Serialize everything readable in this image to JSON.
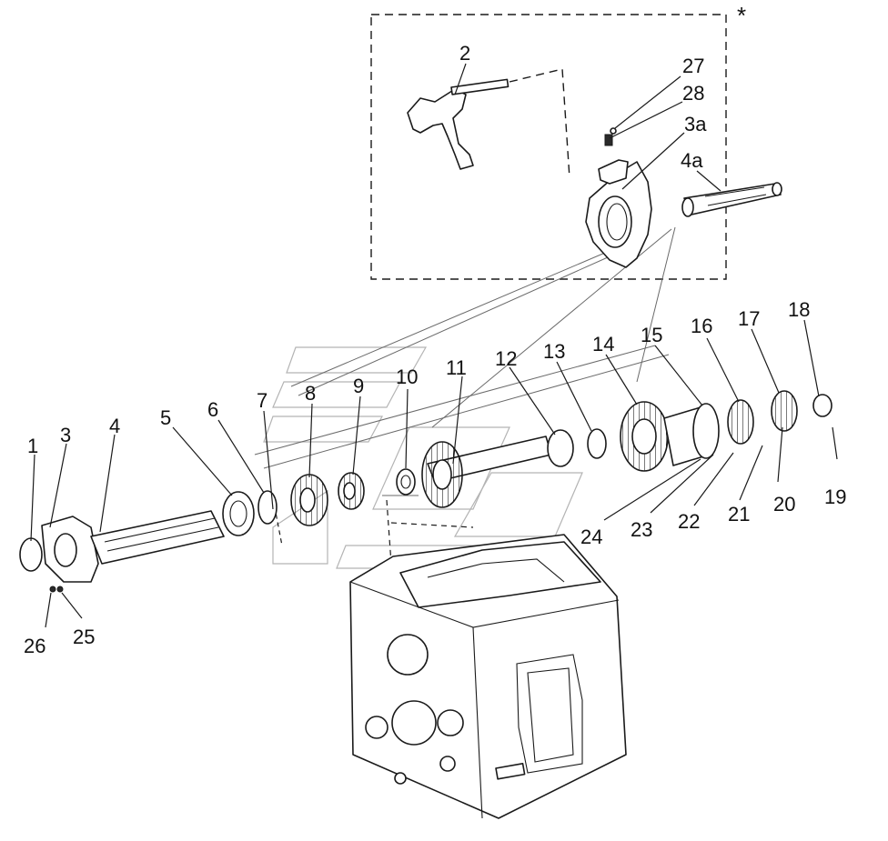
{
  "diagram": {
    "group_marker": "*",
    "callouts": [
      {
        "id": "c1",
        "label": "1"
      },
      {
        "id": "c2",
        "label": "2"
      },
      {
        "id": "c3",
        "label": "3"
      },
      {
        "id": "c3a",
        "label": "3a"
      },
      {
        "id": "c4",
        "label": "4"
      },
      {
        "id": "c4a",
        "label": "4a"
      },
      {
        "id": "c5",
        "label": "5"
      },
      {
        "id": "c6",
        "label": "6"
      },
      {
        "id": "c7",
        "label": "7"
      },
      {
        "id": "c8",
        "label": "8"
      },
      {
        "id": "c9",
        "label": "9"
      },
      {
        "id": "c10",
        "label": "10"
      },
      {
        "id": "c11",
        "label": "11"
      },
      {
        "id": "c12",
        "label": "12"
      },
      {
        "id": "c13",
        "label": "13"
      },
      {
        "id": "c14",
        "label": "14"
      },
      {
        "id": "c15",
        "label": "15"
      },
      {
        "id": "c16",
        "label": "16"
      },
      {
        "id": "c17",
        "label": "17"
      },
      {
        "id": "c18",
        "label": "18"
      },
      {
        "id": "c19",
        "label": "19"
      },
      {
        "id": "c20",
        "label": "20"
      },
      {
        "id": "c21",
        "label": "21"
      },
      {
        "id": "c22",
        "label": "22"
      },
      {
        "id": "c23",
        "label": "23"
      },
      {
        "id": "c24",
        "label": "24"
      },
      {
        "id": "c25",
        "label": "25"
      },
      {
        "id": "c26",
        "label": "26"
      },
      {
        "id": "c27",
        "label": "27"
      },
      {
        "id": "c28",
        "label": "28"
      }
    ]
  }
}
